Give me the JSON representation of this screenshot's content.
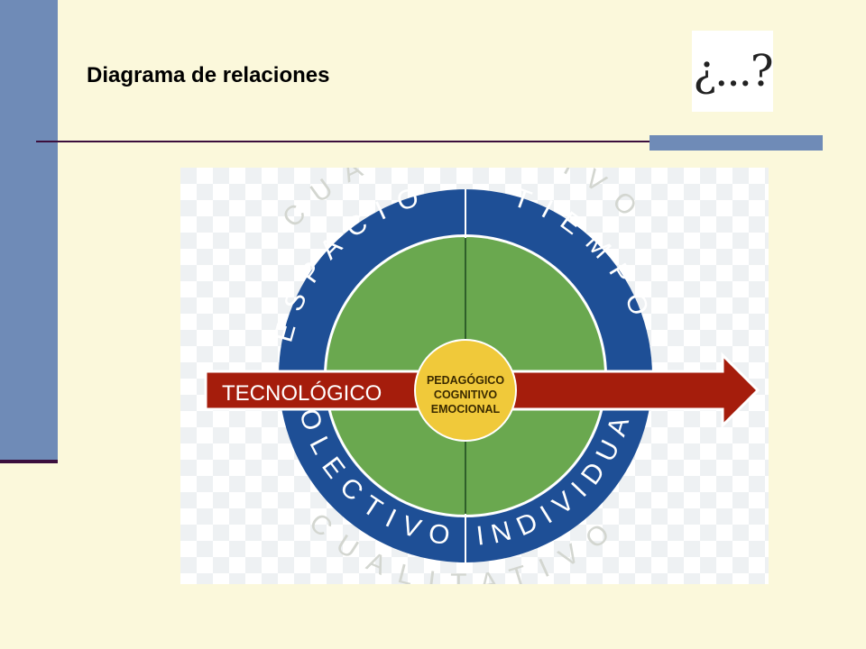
{
  "slide": {
    "title": "Diagrama de relaciones",
    "logo_symbol": "¿...?"
  },
  "diagram": {
    "ring_top_left": "ESPACIO",
    "ring_top_right": "TIEMPO",
    "ring_bottom_left": "COLECTIVO",
    "ring_bottom_right": "INDIVIDUAL",
    "outer_top": "CUANTITATIVO",
    "outer_bottom": "CUALITATIVO",
    "arrow_label": "TECNOLÓGICO",
    "center_lines": [
      "PEDAGÓGICO",
      "COGNITIVO",
      "EMOCIONAL"
    ],
    "colors": {
      "ring": "#1e4f96",
      "inner": "#6aa84f",
      "center": "#f0c93a",
      "arrow": "#a51d0c",
      "background": "#fbf8db"
    }
  }
}
